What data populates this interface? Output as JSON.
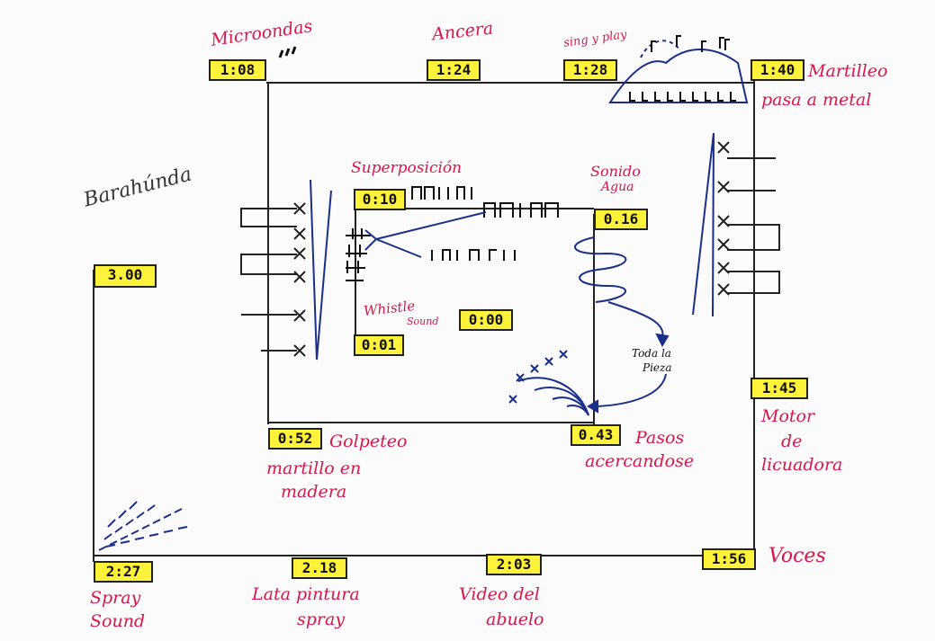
{
  "timestamps": {
    "t108": "1:08",
    "t124": "1:24",
    "t128": "1:28",
    "t140": "1:40",
    "t300": "3.00",
    "t010": "0:10",
    "t016": "0.16",
    "t000": "0:00",
    "t001": "0:01",
    "t145": "1:45",
    "t052": "0:52",
    "t043": "0.43",
    "t227": "2:27",
    "t218": "2.18",
    "t203": "2:03",
    "t156": "1:56"
  },
  "labels": {
    "microondas": "Microondas",
    "ancera": "Ancera",
    "sing_play": "sing y play",
    "martilleo": [
      "Martilleo",
      "pasa a metal"
    ],
    "barahunda": "Barahúnda",
    "superposicion": "Superposición",
    "sonido_agua": [
      "Sonido",
      "Agua"
    ],
    "whistle": [
      "Whistle",
      "Sound"
    ],
    "toda_pieza": [
      "Toda la",
      "Pieza"
    ],
    "motor": [
      "Motor",
      "de",
      "licuadora"
    ],
    "golpeteo": [
      "Golpeteo",
      "martillo en",
      "madera"
    ],
    "pasos": [
      "Pasos",
      "acercandose"
    ],
    "voces": "Voces",
    "spray": [
      "Spray",
      "Sound"
    ],
    "lata": [
      "Lata pintura",
      "spray"
    ],
    "video": [
      "Video del",
      "abuelo"
    ]
  },
  "colors": {
    "label": "#d8164c",
    "tag": "#fff23a",
    "line": "#222222",
    "ink_blue": "#1a2e8a"
  }
}
